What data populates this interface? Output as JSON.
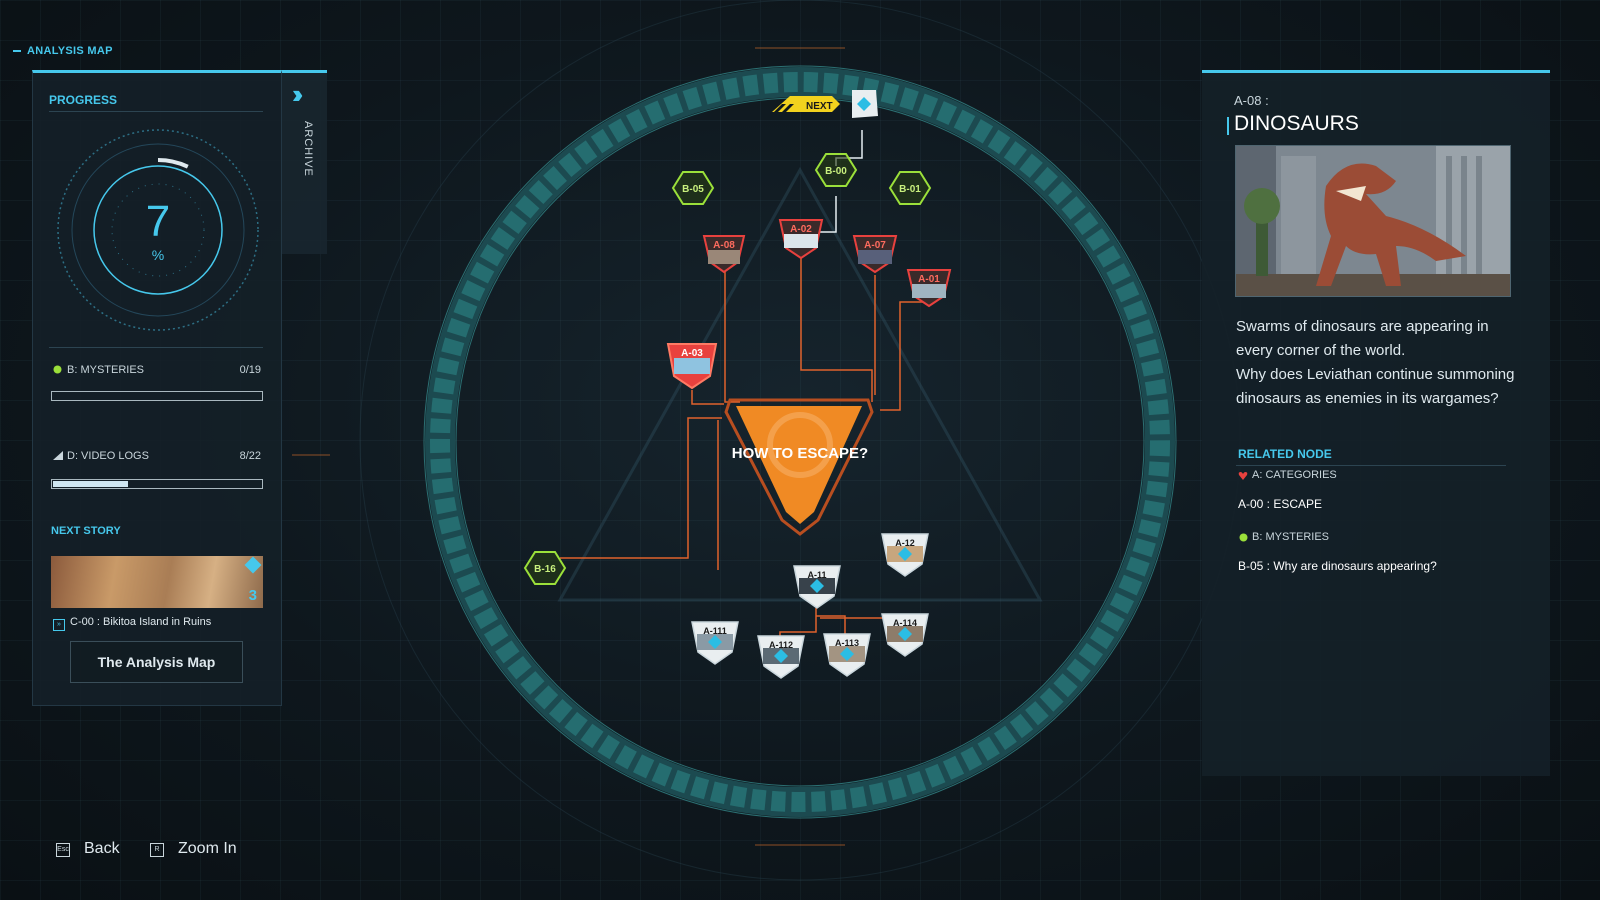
{
  "header": {
    "title": "ANALYSIS MAP"
  },
  "archive": {
    "label": "ARCHIVE"
  },
  "progress": {
    "title": "PROGRESS",
    "value": "7",
    "unit": "%",
    "fraction": 0.07
  },
  "stats": [
    {
      "label": "B: MYSTERIES",
      "value": "0/19",
      "fill": 0.0,
      "color": "#9be03a"
    },
    {
      "label": "D: VIDEO LOGS",
      "value": "8/22",
      "fill": 0.36,
      "color": "#c9d6dc"
    }
  ],
  "next_story": {
    "title": "NEXT STORY",
    "badge": "3",
    "story_title": "C-00 : Bikitoa Island in Ruins",
    "button_label": "The Analysis Map"
  },
  "map": {
    "next_label": "NEXT",
    "center_label": "HOW TO ESCAPE?",
    "nodes": {
      "b05": "B-05",
      "b00": "B-00",
      "b01": "B-01",
      "a08": "A-08",
      "a02": "A-02",
      "a07": "A-07",
      "a01": "A-01",
      "a03": "A-03",
      "b16": "B-16",
      "a12": "A-12",
      "a11": "A-11",
      "a111": "A-111",
      "a112": "A-112",
      "a113": "A-113",
      "a114": "A-114"
    }
  },
  "detail": {
    "code": "A-08 :",
    "title": "DINOSAURS",
    "description": "Swarms of dinosaurs are appearing in every corner of the world.\nWhy does Leviathan continue summoning dinosaurs as enemies in its wargames?",
    "related_title": "RELATED NODE",
    "related": [
      {
        "category": "A: CATEGORIES",
        "item": "A-00 : ESCAPE",
        "color": "#e8413e"
      },
      {
        "category": "B: MYSTERIES",
        "item": "B-05 : Why are dinosaurs appearing?",
        "color": "#9be03a"
      }
    ]
  },
  "controls": {
    "back": "Back",
    "zoom": "Zoom In",
    "back_key": "Esc",
    "zoom_key": "R"
  },
  "colors": {
    "accent": "#46c8ec",
    "orange": "#f08a24",
    "red": "#e8413e",
    "green": "#9be03a"
  }
}
